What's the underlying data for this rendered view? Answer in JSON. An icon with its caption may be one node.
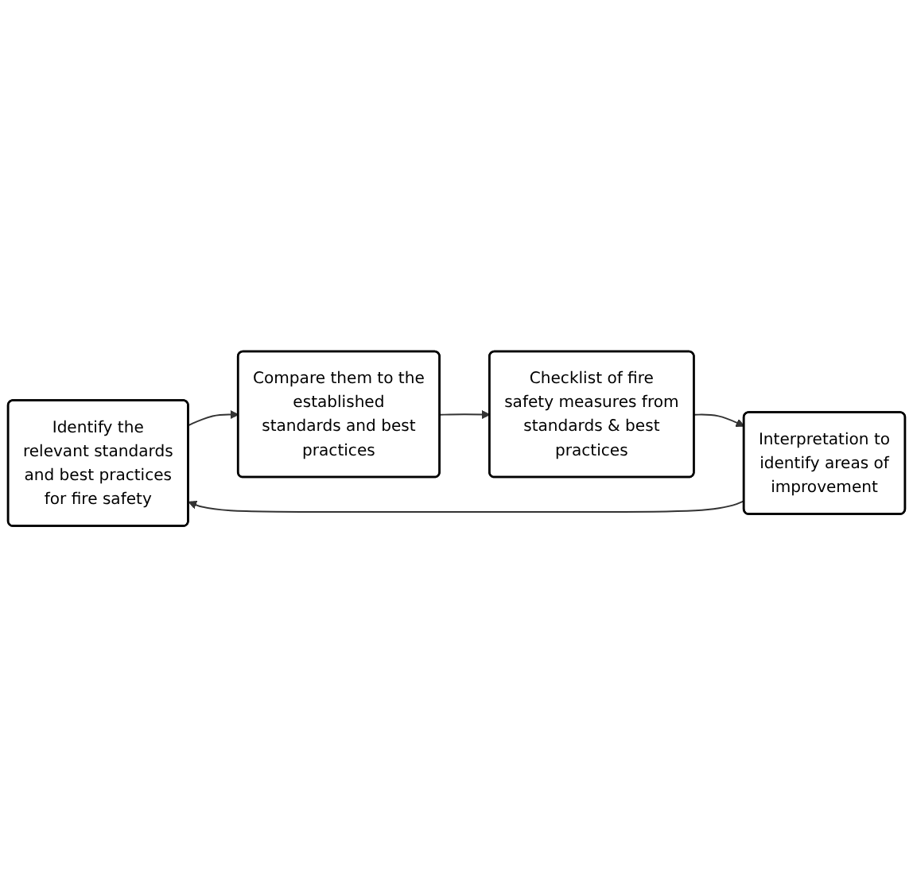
{
  "diagram": {
    "nodes": [
      {
        "text": [
          "Identify the relevant standards and best practices for fire safety"
        ]
      },
      {
        "text": [
          "Compare them to the established standards and best practices"
        ]
      },
      {
        "text": [
          "Checklist of fire safety measures from standards & best practices"
        ]
      },
      {
        "text": [
          "Interpretation to identify areas of improvement"
        ]
      }
    ],
    "edges": [
      {
        "from": 0,
        "to": 1,
        "arrow": "to"
      },
      {
        "from": 1,
        "to": 2,
        "arrow": "to"
      },
      {
        "from": 2,
        "to": 3,
        "arrow": "to"
      },
      {
        "from": 3,
        "to": 0,
        "arrow": "to"
      }
    ]
  }
}
